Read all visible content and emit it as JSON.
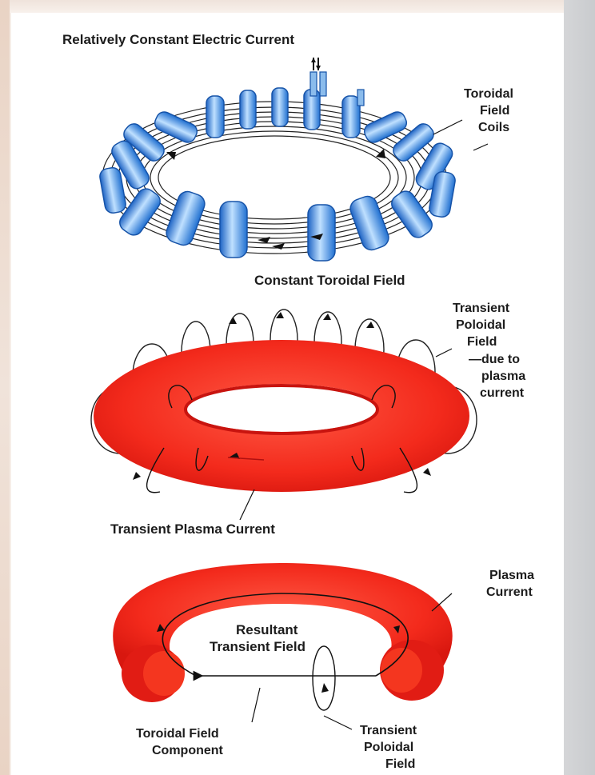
{
  "labels": {
    "top_title": "Relatively Constant Electric Current",
    "tf_coils_1": "Toroidal",
    "tf_coils_2": "Field",
    "tf_coils_3": "Coils",
    "constant_toroidal_field": "Constant Toroidal Field",
    "transient_poloidal_1": "Transient",
    "transient_poloidal_2": "Poloidal",
    "transient_poloidal_3": "Field",
    "transient_poloidal_4": "—due to",
    "transient_poloidal_5": "plasma",
    "transient_poloidal_6": "current",
    "transient_plasma_current": "Transient Plasma Current",
    "plasma_current_1": "Plasma",
    "plasma_current_2": "Current",
    "resultant_1": "Resultant",
    "resultant_2": "Transient Field",
    "toroidal_component_1": "Toroidal Field",
    "toroidal_component_2": "Component",
    "transient_poloidal_b_1": "Transient",
    "transient_poloidal_b_2": "Poloidal",
    "transient_poloidal_b_3": "Field"
  },
  "colors": {
    "coil_blue": "#2b7fd6",
    "coil_light": "#9cc8f2",
    "plasma_red": "#f0281e",
    "plasma_dark": "#c8140f",
    "line": "#1a1a1a"
  }
}
